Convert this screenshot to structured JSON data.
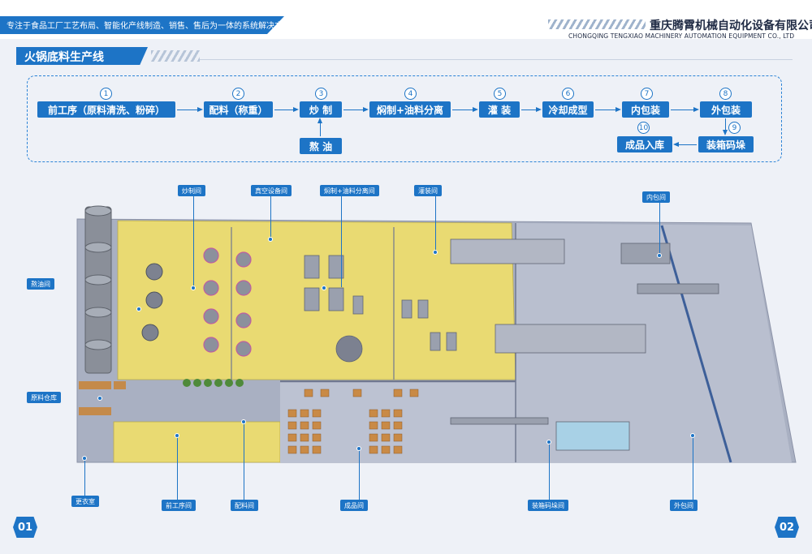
{
  "header": {
    "tagline": "专注于食品工厂工艺布局、智能化产线制造、销售、售后为一体的系统解决方案",
    "company_cn": "重庆腾霄机械自动化设备有限公司",
    "company_en": "CHONGQING TENGXIAO MACHINERY AUTOMATION EQUIPMENT CO., LTD"
  },
  "page_title": "火锅底料生产线",
  "flow": {
    "steps": [
      {
        "num": "1",
        "label": "前工序（原料清洗、粉碎）"
      },
      {
        "num": "2",
        "label": "配料（称重）"
      },
      {
        "num": "3",
        "label": "炒 制"
      },
      {
        "num": "4",
        "label": "焖制+油料分离"
      },
      {
        "num": "5",
        "label": "灌 装"
      },
      {
        "num": "6",
        "label": "冷却成型"
      },
      {
        "num": "7",
        "label": "内包装"
      },
      {
        "num": "8",
        "label": "外包装"
      },
      {
        "num": "9",
        "label": "装箱码垛"
      },
      {
        "num": "10",
        "label": "成品入库"
      }
    ],
    "side_step": "熬 油"
  },
  "rooms": {
    "chaozhi": "炒制间",
    "zhenkong": "真空设备间",
    "menzhi": "焖制+油料分离间",
    "guanzhuang": "灌装间",
    "neibao": "内包间",
    "aoyou": "熬油间",
    "yuanliao": "原料仓库",
    "gengyi": "更衣室",
    "qiangongxu": "前工序间",
    "peiliao": "配料间",
    "chengpin": "成品间",
    "zhuangxiang": "装箱码垛间",
    "waibao": "外包间"
  },
  "pages": {
    "left": "01",
    "right": "02"
  },
  "colors": {
    "accent": "#1d74c6",
    "floor_yellow": "#e9da72",
    "floor_grey": "#b9bfcf"
  }
}
